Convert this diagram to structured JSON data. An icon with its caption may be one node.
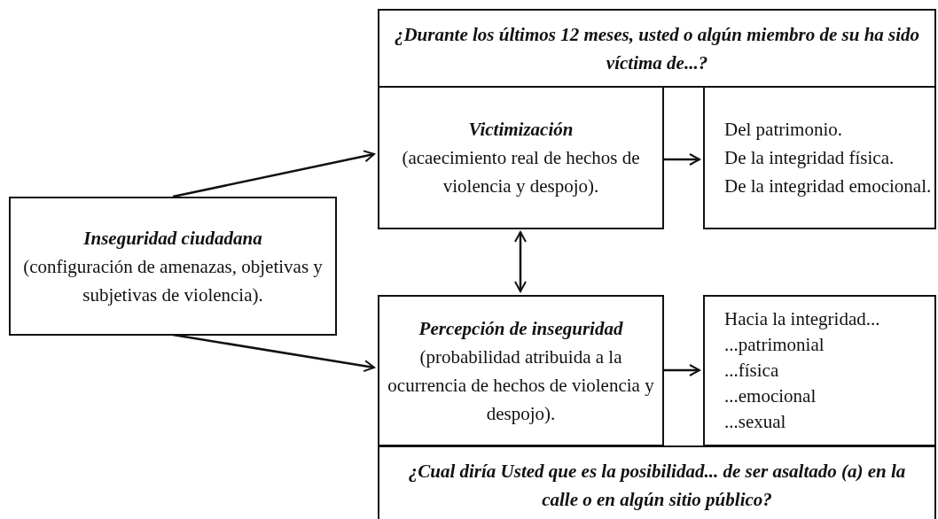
{
  "diagram": {
    "nodes": [
      {
        "text": [
          "¿Durante los últimos 12 meses, usted o algún miembro de su ha sido víctima de...?"
        ]
      },
      {
        "text": [
          "Victimización",
          "(acaecimiento real de hechos de violencia y despojo)."
        ]
      },
      {
        "text": [
          "Del patrimonio.",
          "De la integridad física.",
          "De la integridad emocional."
        ]
      },
      {
        "text": [
          "Inseguridad ciudadana",
          "(configuración de amenazas, objetivas y subjetivas de violencia)."
        ]
      },
      {
        "text": [
          "Percepción de inseguridad",
          "(probabilidad atribuida a la ocurrencia de hechos de violencia y despojo)."
        ]
      },
      {
        "text": [
          "Hacia la integridad...",
          "...patrimonial",
          "...física",
          "...emocional",
          "...sexual"
        ]
      },
      {
        "text": [
          "¿Cual diría Usted que es la posibilidad... de ser asaltado (a) en la calle o en algún sitio público?"
        ]
      }
    ],
    "edges": [
      {
        "from": 3,
        "to": 1,
        "arrow": "to"
      },
      {
        "from": 3,
        "to": 4,
        "arrow": "to"
      },
      {
        "from": 1,
        "to": 2,
        "arrow": "to"
      },
      {
        "from": 4,
        "to": 5,
        "arrow": "to"
      },
      {
        "from": 1,
        "to": 4,
        "arrow": "both"
      }
    ]
  }
}
